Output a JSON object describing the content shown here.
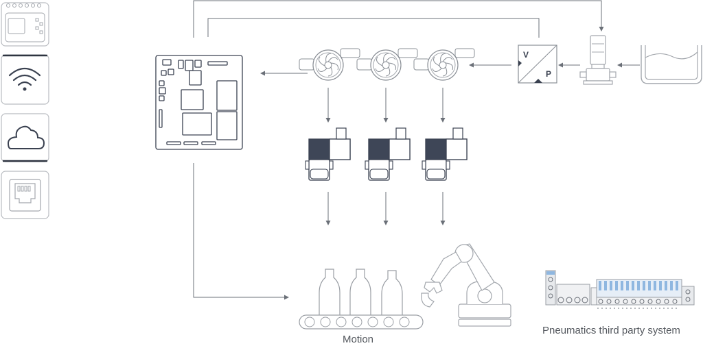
{
  "labels": {
    "motion": "Motion",
    "pneumatics": "Pneumatics third party system"
  },
  "icons": [
    "io-module-icon",
    "wifi-icon",
    "cloud-icon",
    "ethernet-port-icon",
    "controller-board-icon",
    "fan-icon",
    "pressure-regulator-icon",
    "pump-icon",
    "tank-icon",
    "valve-icon",
    "bottle-icon",
    "conveyor-icon",
    "robot-arm-icon",
    "pneumatic-manifold-icon"
  ],
  "regulator_text": {
    "v": "V",
    "p": "P"
  },
  "colors": {
    "line": "#8a8f96",
    "outline": "#3a4150",
    "soft_outline": "#a3a7ad",
    "dark_fill": "#3e4657",
    "label": "#55595f",
    "accent_blue": "#8fb7e0"
  }
}
